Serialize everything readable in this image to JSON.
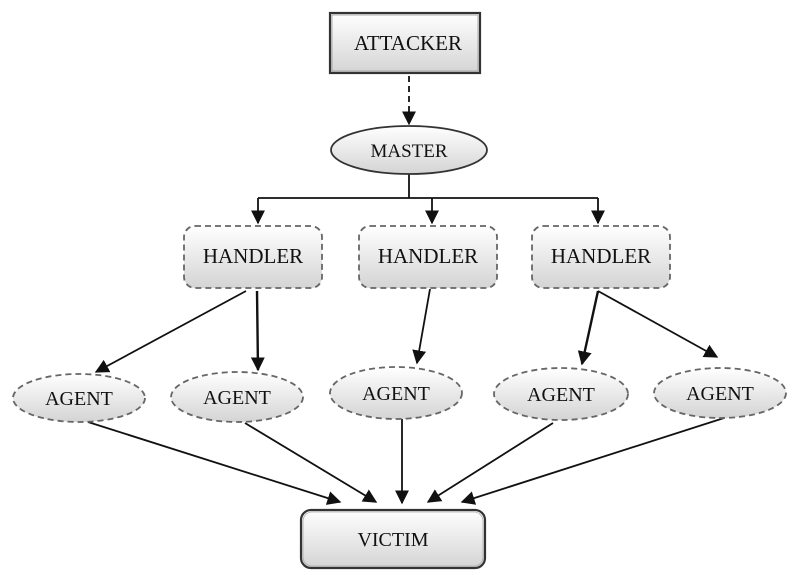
{
  "attacker": {
    "label": "ATTACKER"
  },
  "master": {
    "label": "MASTER"
  },
  "handlers": [
    {
      "label": "HANDLER"
    },
    {
      "label": "HANDLER"
    },
    {
      "label": "HANDLER"
    }
  ],
  "agents": [
    {
      "label": "AGENT"
    },
    {
      "label": "AGENT"
    },
    {
      "label": "AGENT"
    },
    {
      "label": "AGENT"
    },
    {
      "label": "AGENT"
    }
  ],
  "victim": {
    "label": "VICTIM"
  },
  "colors": {
    "node_fill_top": "#ffffff",
    "node_fill_bottom": "#d6d6d6",
    "dashed_border": "#666666",
    "solid_border": "#333333",
    "arrow": "#111111"
  }
}
